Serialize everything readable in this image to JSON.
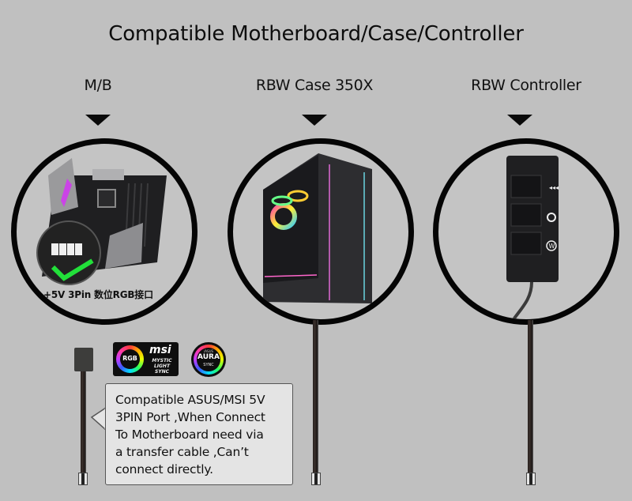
{
  "title": "Compatible Motherboard/Case/Controller",
  "columns": [
    {
      "label": "M/B",
      "caption": "+5V 3Pin 数位RGB接口"
    },
    {
      "label": "RBW Case 350X"
    },
    {
      "label": "RBW Controller"
    }
  ],
  "badges": {
    "msi": {
      "ring_text": "RGB",
      "brand": "msi",
      "line1": "MYSTIC",
      "line2": "LIGHT",
      "line3": "SYNC"
    },
    "asus": {
      "brand": "/ASUS",
      "line1": "AURA",
      "line2": "SYNC"
    }
  },
  "note": {
    "lines": [
      "Compatible ASUS/MSI 5V",
      "3PIN Port ,When Connect",
      "To Motherboard need via",
      "a transfer cable ,Can’t",
      "connect directly."
    ]
  },
  "controller_buttons": [
    {
      "icon": "speed-icon",
      "glyph": "◂◂◂"
    },
    {
      "icon": "power-icon",
      "glyph": "◎"
    },
    {
      "icon": "mode-icon",
      "glyph": "Ⓦ"
    }
  ],
  "colors": {
    "background": "#c0c0c0",
    "check": "#22e03a",
    "ring_border": "#050505"
  }
}
